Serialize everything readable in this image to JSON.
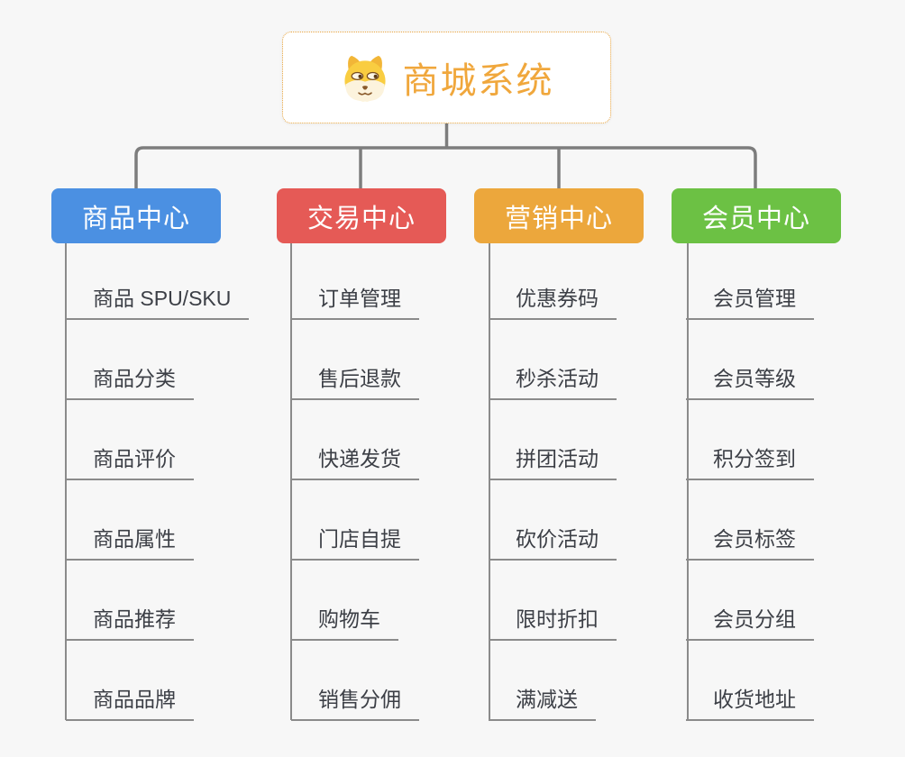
{
  "root": {
    "title": "商城系统",
    "icon": "dog-icon",
    "accent_color": "#f0a73c",
    "border_color": "#e8a43e"
  },
  "branches": [
    {
      "label": "商品中心",
      "color": "#4b90e2",
      "items": [
        "商品 SPU/SKU",
        "商品分类",
        "商品评价",
        "商品属性",
        "商品推荐",
        "商品品牌"
      ]
    },
    {
      "label": "交易中心",
      "color": "#e55a56",
      "items": [
        "订单管理",
        "售后退款",
        "快递发货",
        "门店自提",
        "购物车",
        "销售分佣"
      ]
    },
    {
      "label": "营销中心",
      "color": "#eca73c",
      "items": [
        "优惠券码",
        "秒杀活动",
        "拼团活动",
        "砍价活动",
        "限时折扣",
        "满减送"
      ]
    },
    {
      "label": "会员中心",
      "color": "#6cc144",
      "items": [
        "会员管理",
        "会员等级",
        "积分签到",
        "会员标签",
        "会员分组",
        "收货地址"
      ]
    }
  ],
  "style": {
    "connector_color": "#7d7d7d",
    "leaf_line_color": "#8b8b8b",
    "background_color": "#f7f7f7",
    "node_text_color": "#ffffff",
    "leaf_text_color": "#3c3f46"
  }
}
